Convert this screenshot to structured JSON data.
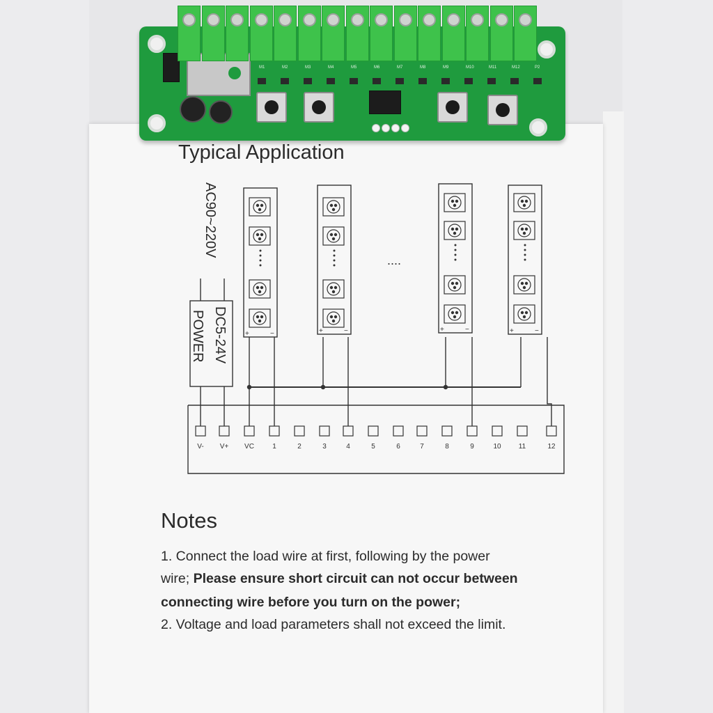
{
  "photo": {
    "description_colors": {
      "board_green": "#1f9b3e",
      "terminal_green": "#3ec24b",
      "paper": "#f7f7f7",
      "ink": "#2b2b2b"
    }
  },
  "manual": {
    "application_title": "Typical Application",
    "input_voltage_label": "AC90~220V",
    "power_box_line1": "DC5-24V",
    "power_box_line2": "POWER",
    "dots_label": "....",
    "strip_polarity_plus": "+",
    "strip_polarity_minus": "−",
    "terminals": [
      "V-",
      "V+",
      "VC",
      "1",
      "2",
      "3",
      "4",
      "5",
      "6",
      "7",
      "8",
      "9",
      "10",
      "11",
      "12"
    ],
    "notes_title": "Notes",
    "note1_line1": "1. Connect the load wire at first, following by the power",
    "note1_line2_prefix": "wire; ",
    "note1_line2_bold": "Please ensure short circuit can not occur between",
    "note1_line3_bold": "connecting wire before you turn on the power;",
    "note2": "2. Voltage and load parameters shall not exceed the limit."
  },
  "board": {
    "terminal_count": 15,
    "button_count": 4,
    "silkscreen": [
      "M1",
      "M2",
      "M3",
      "M4",
      "M5",
      "M6",
      "M7",
      "M8",
      "M9",
      "M10",
      "M11",
      "M12",
      "P2"
    ]
  }
}
